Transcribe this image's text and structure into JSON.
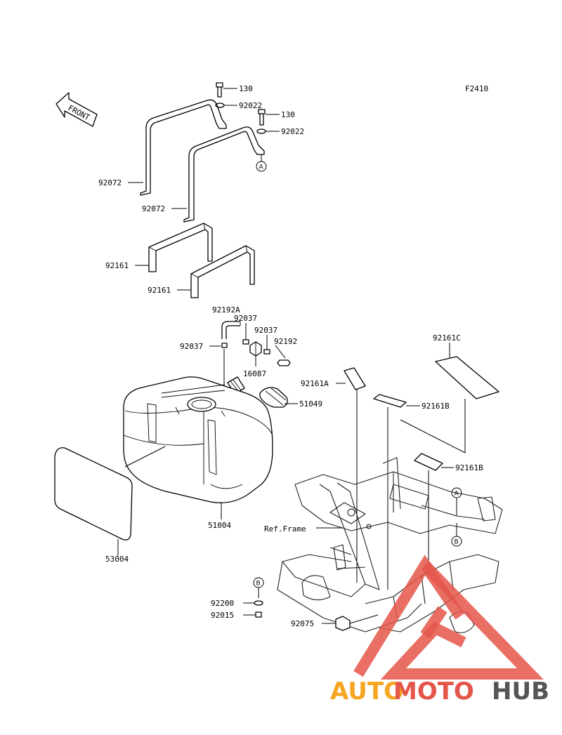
{
  "figure_code": "F2410",
  "front_label": "FRONT",
  "ref_frame_label": "Ref.Frame",
  "callouts": {
    "a": "A",
    "b": "B"
  },
  "parts": {
    "bolt_130_a": "130",
    "washer_92022_a": "92022",
    "bolt_130_b": "130",
    "washer_92022_b": "92022",
    "strap_92072_a": "92072",
    "strap_92072_b": "92072",
    "pad_92161_a": "92161",
    "pad_92161_b": "92161",
    "hose_92192A": "92192A",
    "clamp_92037_a": "92037",
    "clamp_92037_b": "92037",
    "clamp_92037_c": "92037",
    "hose_92192": "92192",
    "filter_16087": "16087",
    "cap_51049": "51049",
    "tank_51004": "51004",
    "sheet_53004": "53004",
    "pad_92161C": "92161C",
    "pad_92161A": "92161A",
    "pad_92161B_a": "92161B",
    "pad_92161B_b": "92161B",
    "washer_92200": "92200",
    "nut_92015": "92015",
    "collar_92075": "92075"
  },
  "watermark": {
    "part1": "AUTO",
    "part2": "MOTO",
    "part3": "HUB"
  },
  "colors": {
    "watermark_red": "#e5564a",
    "watermark_orange": "#f5a623",
    "watermark_gray": "#555555"
  }
}
